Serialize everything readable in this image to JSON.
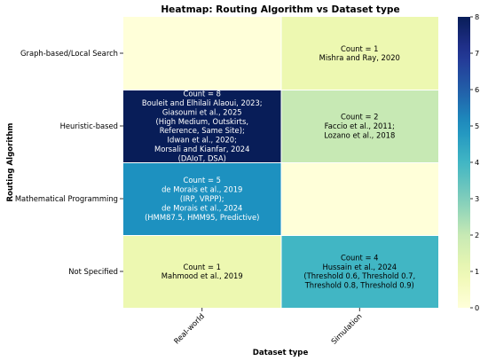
{
  "chart_data": {
    "type": "heatmap",
    "title": "Heatmap: Routing Algorithm vs Dataset type",
    "xlabel": "Dataset type",
    "ylabel": "Routing Algorithm",
    "x_categories": [
      "Real-world",
      "Simulation"
    ],
    "y_categories": [
      "Graph-based/Local Search",
      "Heuristic-based",
      "Mathematical Programming",
      "Not Specified"
    ],
    "values": [
      [
        0,
        1
      ],
      [
        8,
        2
      ],
      [
        5,
        0
      ],
      [
        1,
        4
      ]
    ],
    "annotations": [
      [
        [],
        [
          "Count = 1",
          "Mishra and Ray, 2020"
        ]
      ],
      [
        [
          "Count = 8",
          "Bouleit and Elhilali Alaoui, 2023;",
          "Giasoumi et al., 2025",
          "(High Medium, Outskirts,",
          "Reference, Same Site);",
          "Idwan et al., 2020;",
          "Morsali and Kianfar, 2024",
          "(DAIoT, DSA)"
        ],
        [
          "Count = 2",
          "Faccio et al., 2011;",
          "Lozano et al., 2018"
        ]
      ],
      [
        [
          "Count = 5",
          "de Morais et al., 2019",
          "(IRP, VRPP);",
          "de Morais et al., 2024",
          "(HMM87.5, HMM95, Predictive)"
        ],
        []
      ],
      [
        [
          "Count = 1",
          "Mahmood et al., 2019"
        ],
        [
          "Count = 4",
          "Hussain et al., 2024",
          "(Threshold 0.6, Threshold 0.7,",
          "Threshold 0.8, Threshold 0.9)"
        ]
      ]
    ],
    "colorbar": {
      "min": 0,
      "max": 8,
      "ticks": [
        0,
        1,
        2,
        3,
        4,
        5,
        6,
        7,
        8
      ],
      "colormap": "YlGnBu"
    }
  }
}
